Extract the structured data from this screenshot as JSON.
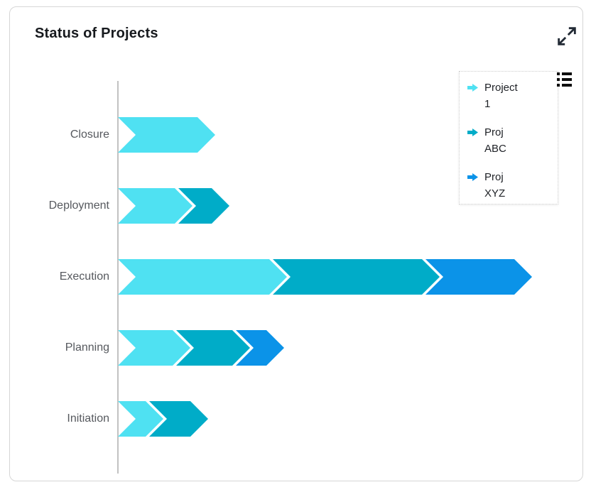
{
  "header": {
    "title": "Status of Projects"
  },
  "icons": {
    "expand": "expand-diagonal-arrows-icon",
    "legend_menu": "list-menu-icon",
    "legend_marker": "right-arrow-icon"
  },
  "legend": {
    "position": "top-right",
    "items": [
      {
        "label": "Project 1",
        "color": "#4FE1F2"
      },
      {
        "label": "Proj ABC",
        "color": "#00ACC8"
      },
      {
        "label": "Proj XYZ",
        "color": "#0B93E8"
      }
    ]
  },
  "chart_data": {
    "type": "bar",
    "variant": "horizontal-stacked-chevron-arrows",
    "title": "Status of Projects",
    "orientation": "horizontal",
    "categories": [
      "Closure",
      "Deployment",
      "Execution",
      "Planning",
      "Initiation"
    ],
    "series": [
      {
        "name": "Project 1",
        "color": "#4FE1F2",
        "values": [
          137,
          105,
          238,
          102,
          64
        ]
      },
      {
        "name": "Proj ABC",
        "color": "#00ACC8",
        "values": [
          0,
          52,
          215,
          84,
          63
        ]
      },
      {
        "name": "Proj XYZ",
        "color": "#0B93E8",
        "values": [
          0,
          0,
          130,
          48,
          0
        ]
      }
    ],
    "value_units": "relative length (no numeric axis labels shown)",
    "legend_position": "top-right",
    "grid": false,
    "x_axis": {
      "visible": false
    },
    "y_axis": {
      "visible": true,
      "line_only": true
    }
  },
  "colors": {
    "card_bg": "#ffffff",
    "card_border": "#d6d6d6",
    "axis_line": "#c2c2c2",
    "category_label": "#56595e",
    "title_text": "#171a1e",
    "legend_text": "#1e2126",
    "icon": "#222a35"
  }
}
